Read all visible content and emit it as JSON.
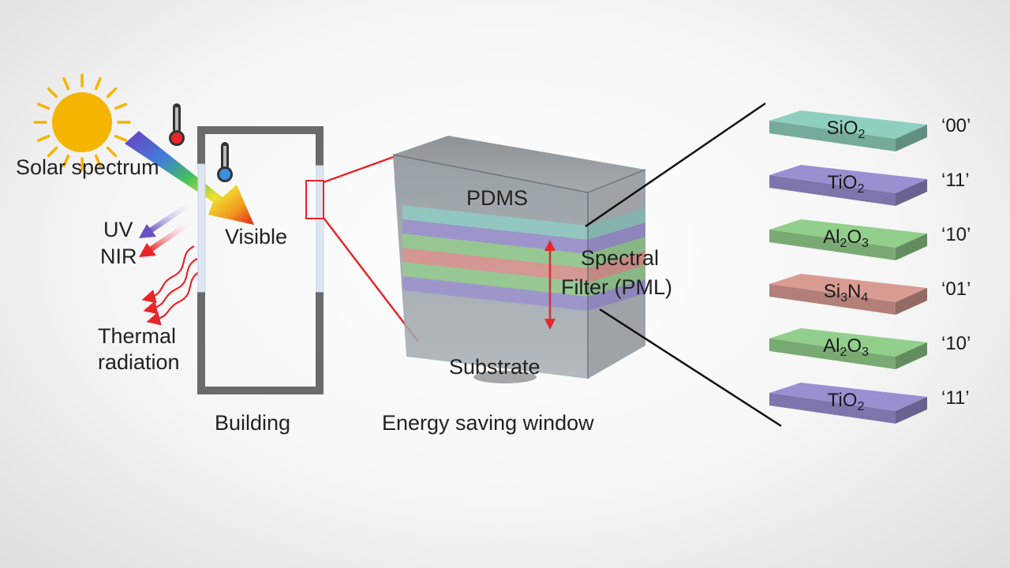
{
  "labels": {
    "solar_spectrum": "Solar spectrum",
    "uv": "UV",
    "nir": "NIR",
    "visible": "Visible",
    "thermal_line1": "Thermal",
    "thermal_line2": "radiation",
    "building": "Building",
    "energy_saving_window": "Energy saving window",
    "pdms": "PDMS",
    "spectral_line1": "Spectral",
    "spectral_line2": "Filter (PML)",
    "substrate": "Substrate"
  },
  "layers": [
    {
      "main": "SiO",
      "sub": "2",
      "main2": "",
      "sub2": "",
      "code": "‘00’",
      "color": "#8fcfbf"
    },
    {
      "main": "TiO",
      "sub": "2",
      "main2": "",
      "sub2": "",
      "code": "‘11’",
      "color": "#9b8fd2"
    },
    {
      "main": "Al",
      "sub": "2",
      "main2": "O",
      "sub2": "3",
      "code": "‘10’",
      "color": "#93cf8c"
    },
    {
      "main": "Si",
      "sub": "3",
      "main2": "N",
      "sub2": "4",
      "code": "‘01’",
      "color": "#d99c93"
    },
    {
      "main": "Al",
      "sub": "2",
      "main2": "O",
      "sub2": "3",
      "code": "‘10’",
      "color": "#93cf8c"
    },
    {
      "main": "TiO",
      "sub": "2",
      "main2": "",
      "sub2": "",
      "code": "‘11’",
      "color": "#9b8fd2"
    }
  ],
  "colors": {
    "sun": "#f5b400",
    "red_arrow": "#e8262a",
    "uv_arrow": "#7a55c8",
    "wall": "#6b6b6b",
    "glass": "#dfe6f2"
  }
}
